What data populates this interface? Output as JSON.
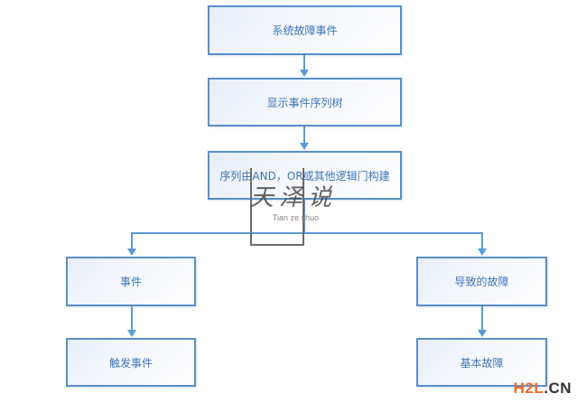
{
  "diagram": {
    "type": "flowchart",
    "colors": {
      "border": "#5b8fc7",
      "text": "#3d76b8",
      "connector": "#5b9bd5"
    },
    "nodes": [
      {
        "id": "n1",
        "label": "系统故障事件"
      },
      {
        "id": "n2",
        "label": "显示事件序列树"
      },
      {
        "id": "n3",
        "label": "序列由AND，OR或其他逻辑门构建"
      },
      {
        "id": "n4",
        "label": "事件"
      },
      {
        "id": "n5",
        "label": "导致的故障"
      },
      {
        "id": "n6",
        "label": "触发事件"
      },
      {
        "id": "n7",
        "label": "基本故障"
      }
    ],
    "edges": [
      {
        "from": "n1",
        "to": "n2"
      },
      {
        "from": "n2",
        "to": "n3"
      },
      {
        "from": "n3",
        "to": "n4"
      },
      {
        "from": "n3",
        "to": "n5"
      },
      {
        "from": "n4",
        "to": "n6"
      },
      {
        "from": "n5",
        "to": "n7"
      }
    ]
  },
  "watermark": {
    "chinese": "天泽说",
    "pinyin": "Tian ze shuo"
  },
  "brand": {
    "part1": "H2L",
    "part2": ".CN",
    "color1": "#f26a21",
    "color2": "#333333"
  }
}
